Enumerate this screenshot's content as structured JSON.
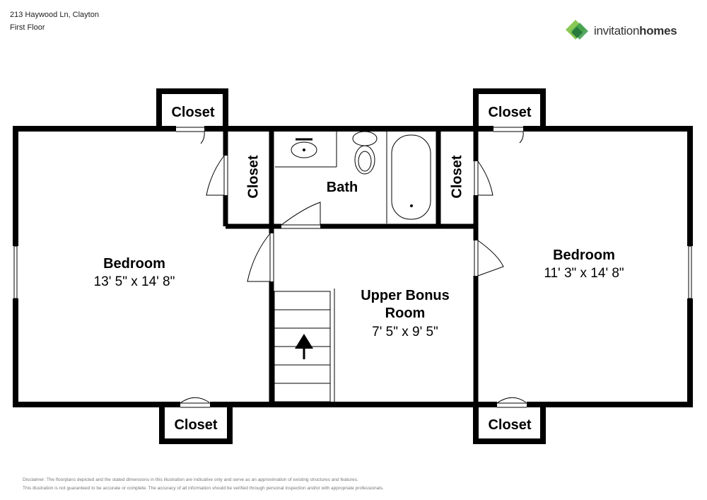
{
  "header": {
    "address": "213 Haywood Ln, Clayton",
    "floor": "First Floor"
  },
  "logo": {
    "word_light": "invitation",
    "word_bold": "homes",
    "colors": [
      "#7dc243",
      "#3a9b4a",
      "#1f6f3a"
    ]
  },
  "rooms": {
    "bedroom_left": {
      "label": "Bedroom",
      "dims": "13' 5\" x 14' 8\""
    },
    "bedroom_right": {
      "label": "Bedroom",
      "dims": "11' 3\" x 14' 8\""
    },
    "bonus": {
      "label_line1": "Upper Bonus",
      "label_line2": "Room",
      "dims": "7' 5\" x 9' 5\""
    },
    "bath": {
      "label": "Bath"
    },
    "closet": {
      "label": "Closet"
    }
  },
  "disclaimer": {
    "line1": "Disclaimer: The floorplans depicted and the stated dimensions in this illustration are indicative only and serve as an approximation of existing structures and features.",
    "line2": "This illustration is not guaranteed to be accurate or complete. The accuracy of all information should be verified through personal inspection and/or with appropriate professionals."
  }
}
